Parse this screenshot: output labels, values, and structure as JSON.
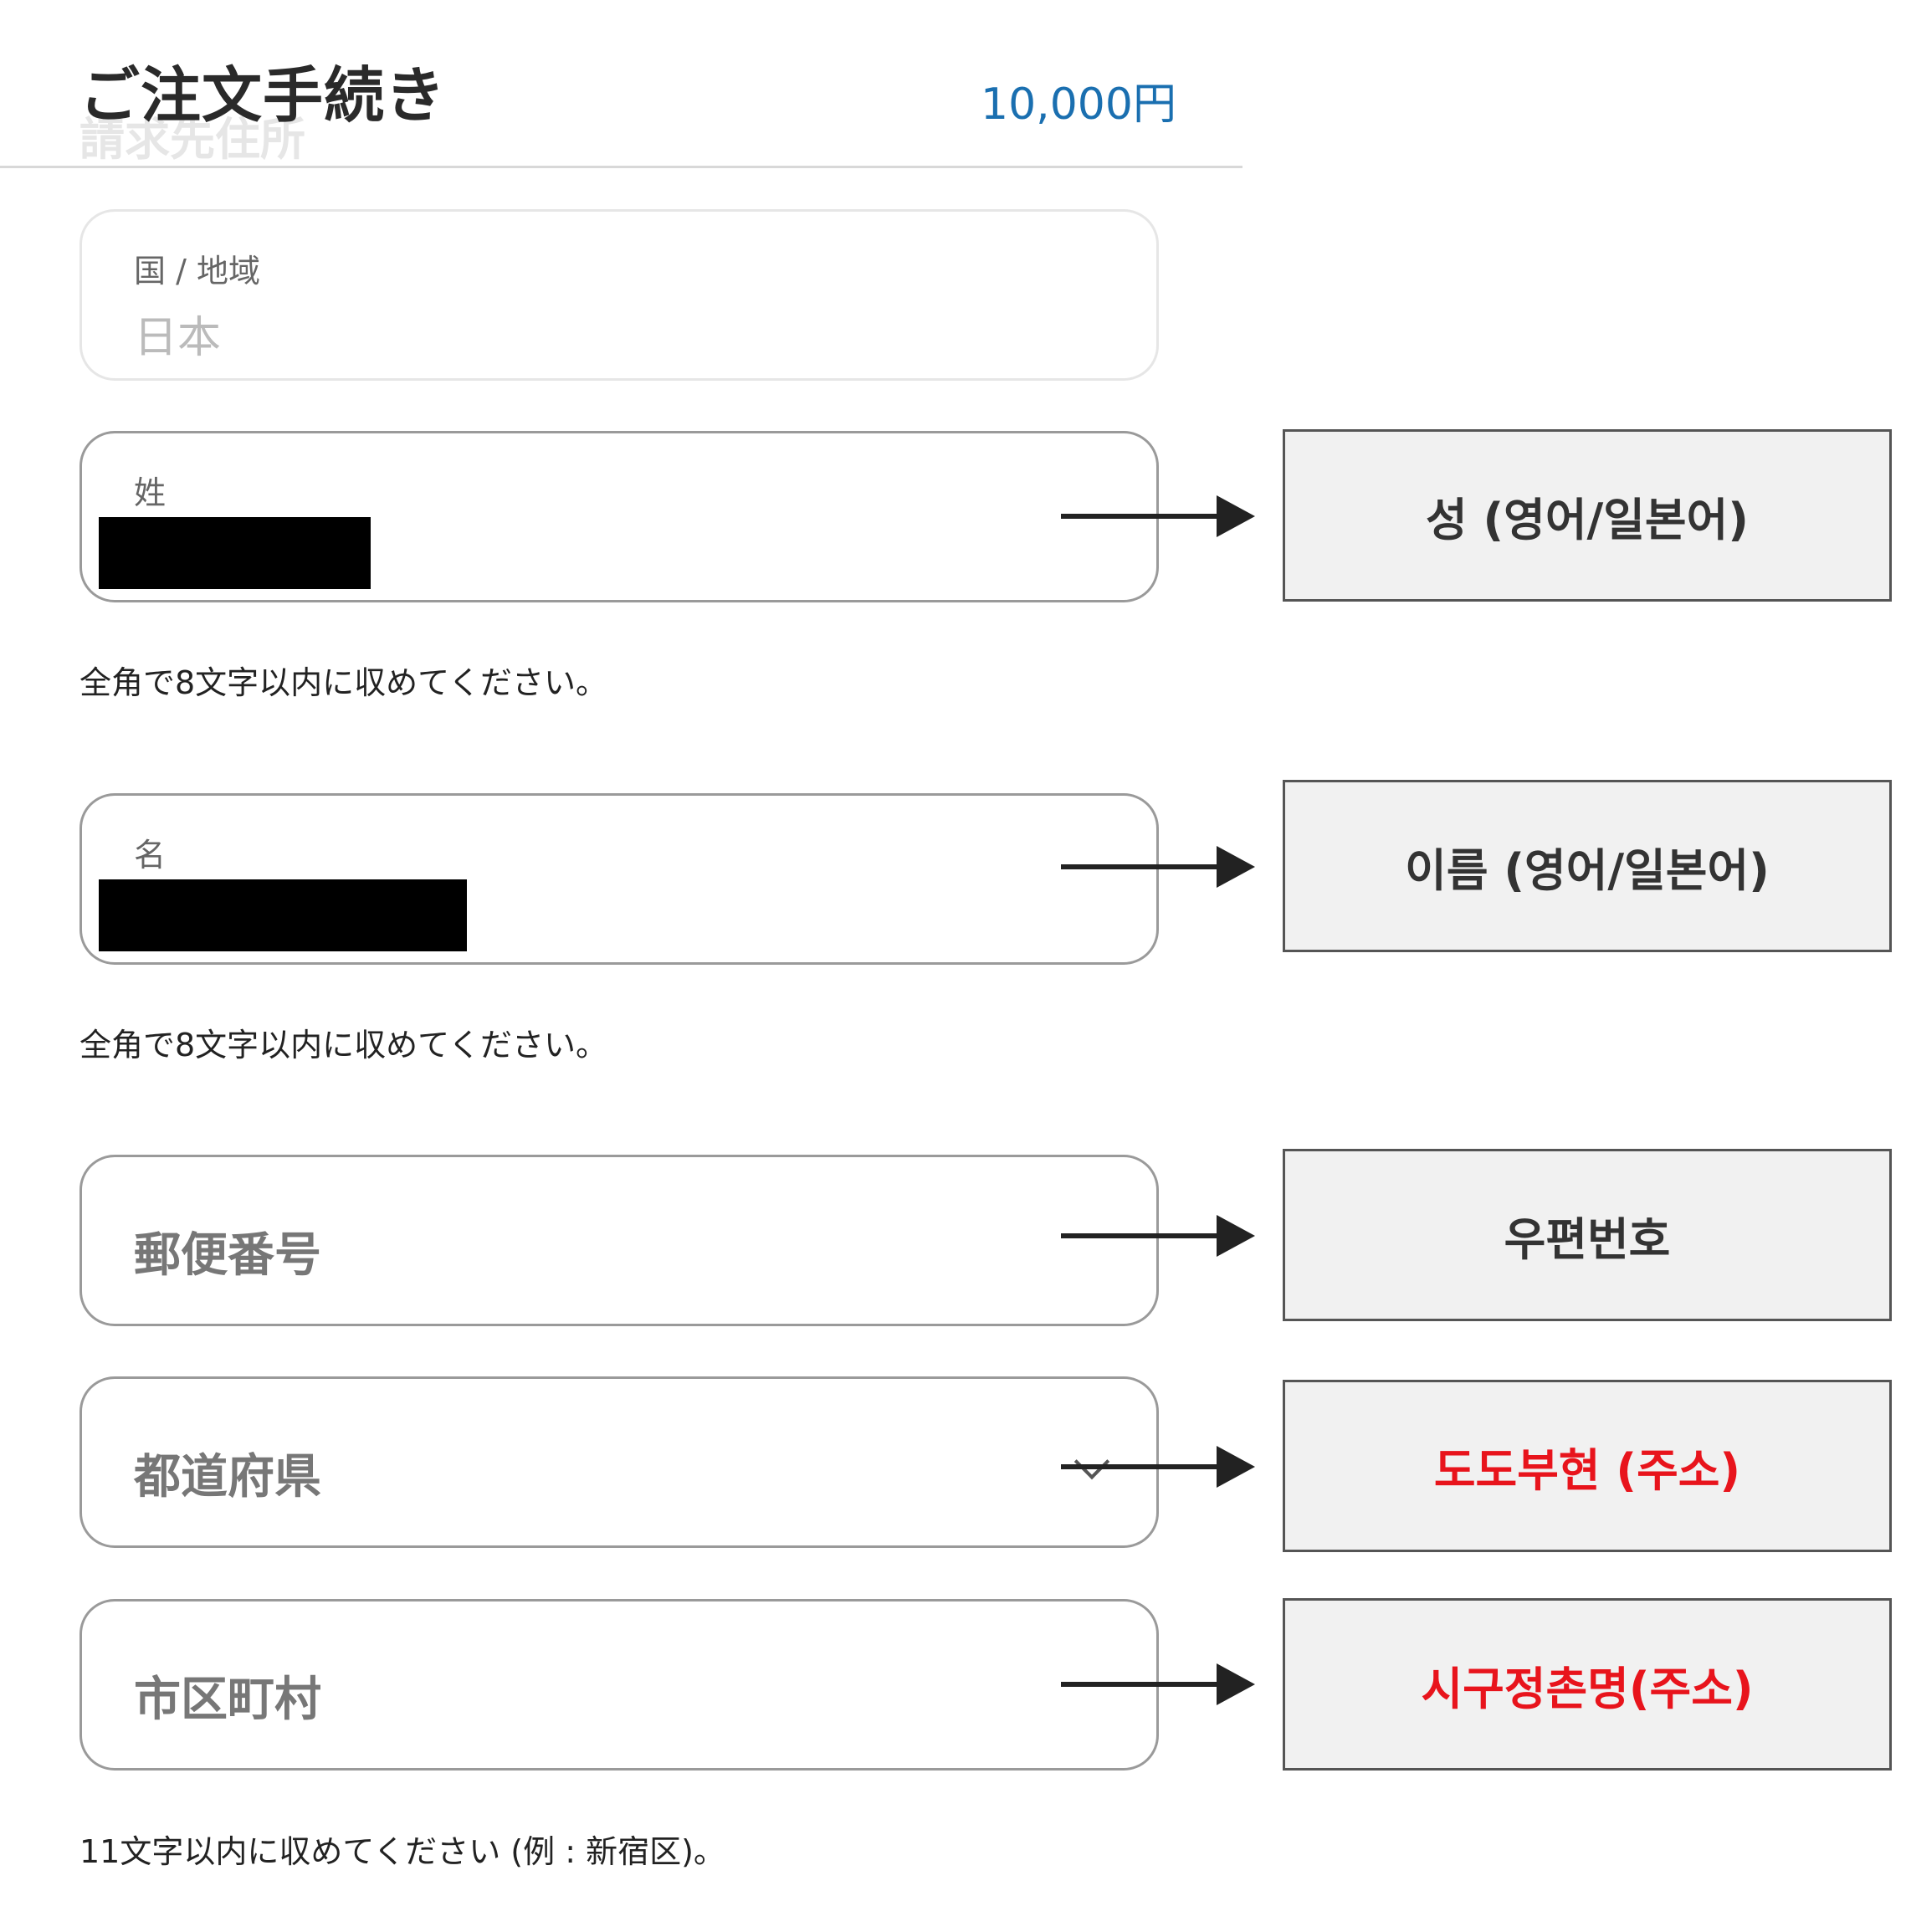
{
  "header": {
    "title": "ご注文手続き",
    "subtitle": "請求先住所",
    "price": "10,000円"
  },
  "fields": {
    "country": {
      "label": "国 / 地域",
      "value": "日本"
    },
    "last_name": {
      "label": "姓"
    },
    "first_name": {
      "label": "名"
    },
    "postal_code": {
      "placeholder": "郵便番号"
    },
    "prefecture": {
      "placeholder": "都道府県"
    },
    "city": {
      "placeholder": "市区町村"
    }
  },
  "hints": {
    "last_name": "全角で8文字以内に収めてください。",
    "first_name": "全角で8文字以内に収めてください。",
    "city": "11文字以内に収めてください (例 : 新宿区)。"
  },
  "annotations": {
    "last_name": {
      "text": "성 (영어/일본어)",
      "color": "#333333"
    },
    "first_name": {
      "text": "이름 (영어/일본어)",
      "color": "#333333"
    },
    "postal_code": {
      "text": "우편번호",
      "color": "#333333"
    },
    "prefecture": {
      "text": "도도부현 (주소)",
      "color": "#e8141c"
    },
    "city": {
      "text": "시구정촌명(주소)",
      "color": "#e8141c"
    }
  }
}
